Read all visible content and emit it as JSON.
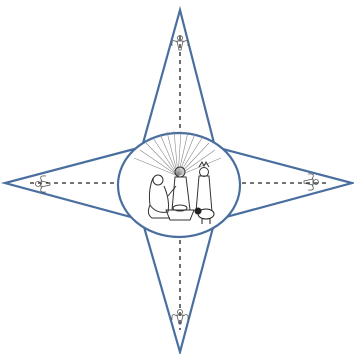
{
  "colors": {
    "outline": "#4a6f9f",
    "fold_line": "#222222",
    "sketch": "#555555",
    "background": "#ffffff"
  },
  "icons": {
    "star_outline": "four-point-star-icon",
    "fold_lines": "dashed-fold-line",
    "center_frame": "ellipse-frame",
    "center_art": "nativity-scene-sketch",
    "tip_ornament": "angel-ornament-icon"
  }
}
